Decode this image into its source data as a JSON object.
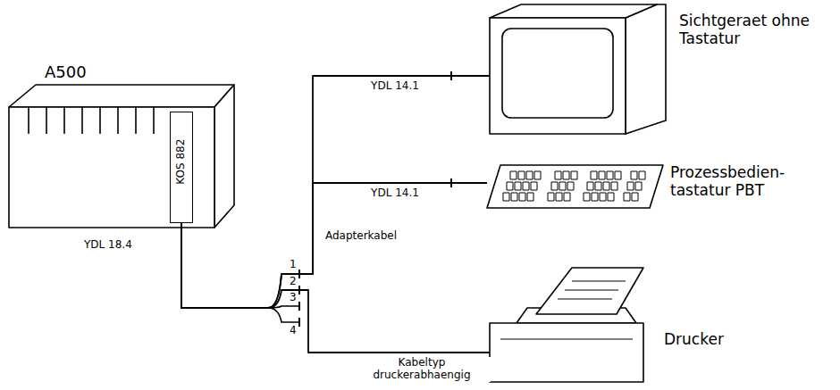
{
  "diagram": {
    "nodes": [
      {
        "text": [
          "A500"
        ]
      },
      {
        "text": [
          "KOS 882"
        ],
        "in": 0
      },
      {
        "text": [
          "Sichtgeraet ohne Tastatur"
        ]
      },
      {
        "text": [
          "Prozessbedien- tastatur PBT"
        ]
      },
      {
        "text": [
          "Drucker"
        ]
      }
    ],
    "edges": [
      {
        "from": 1,
        "to": 2,
        "arrow": "none",
        "label": "YDL 14.1"
      },
      {
        "from": 1,
        "to": 3,
        "arrow": "none",
        "label": "YDL 14.1"
      },
      {
        "from": 1,
        "to": 4,
        "arrow": "none",
        "label": "Kabeltyp druckerabhaengig"
      }
    ],
    "labels": [
      "YDL 18.4",
      "Adapterkabel",
      "1",
      "2",
      "3",
      "4"
    ]
  }
}
